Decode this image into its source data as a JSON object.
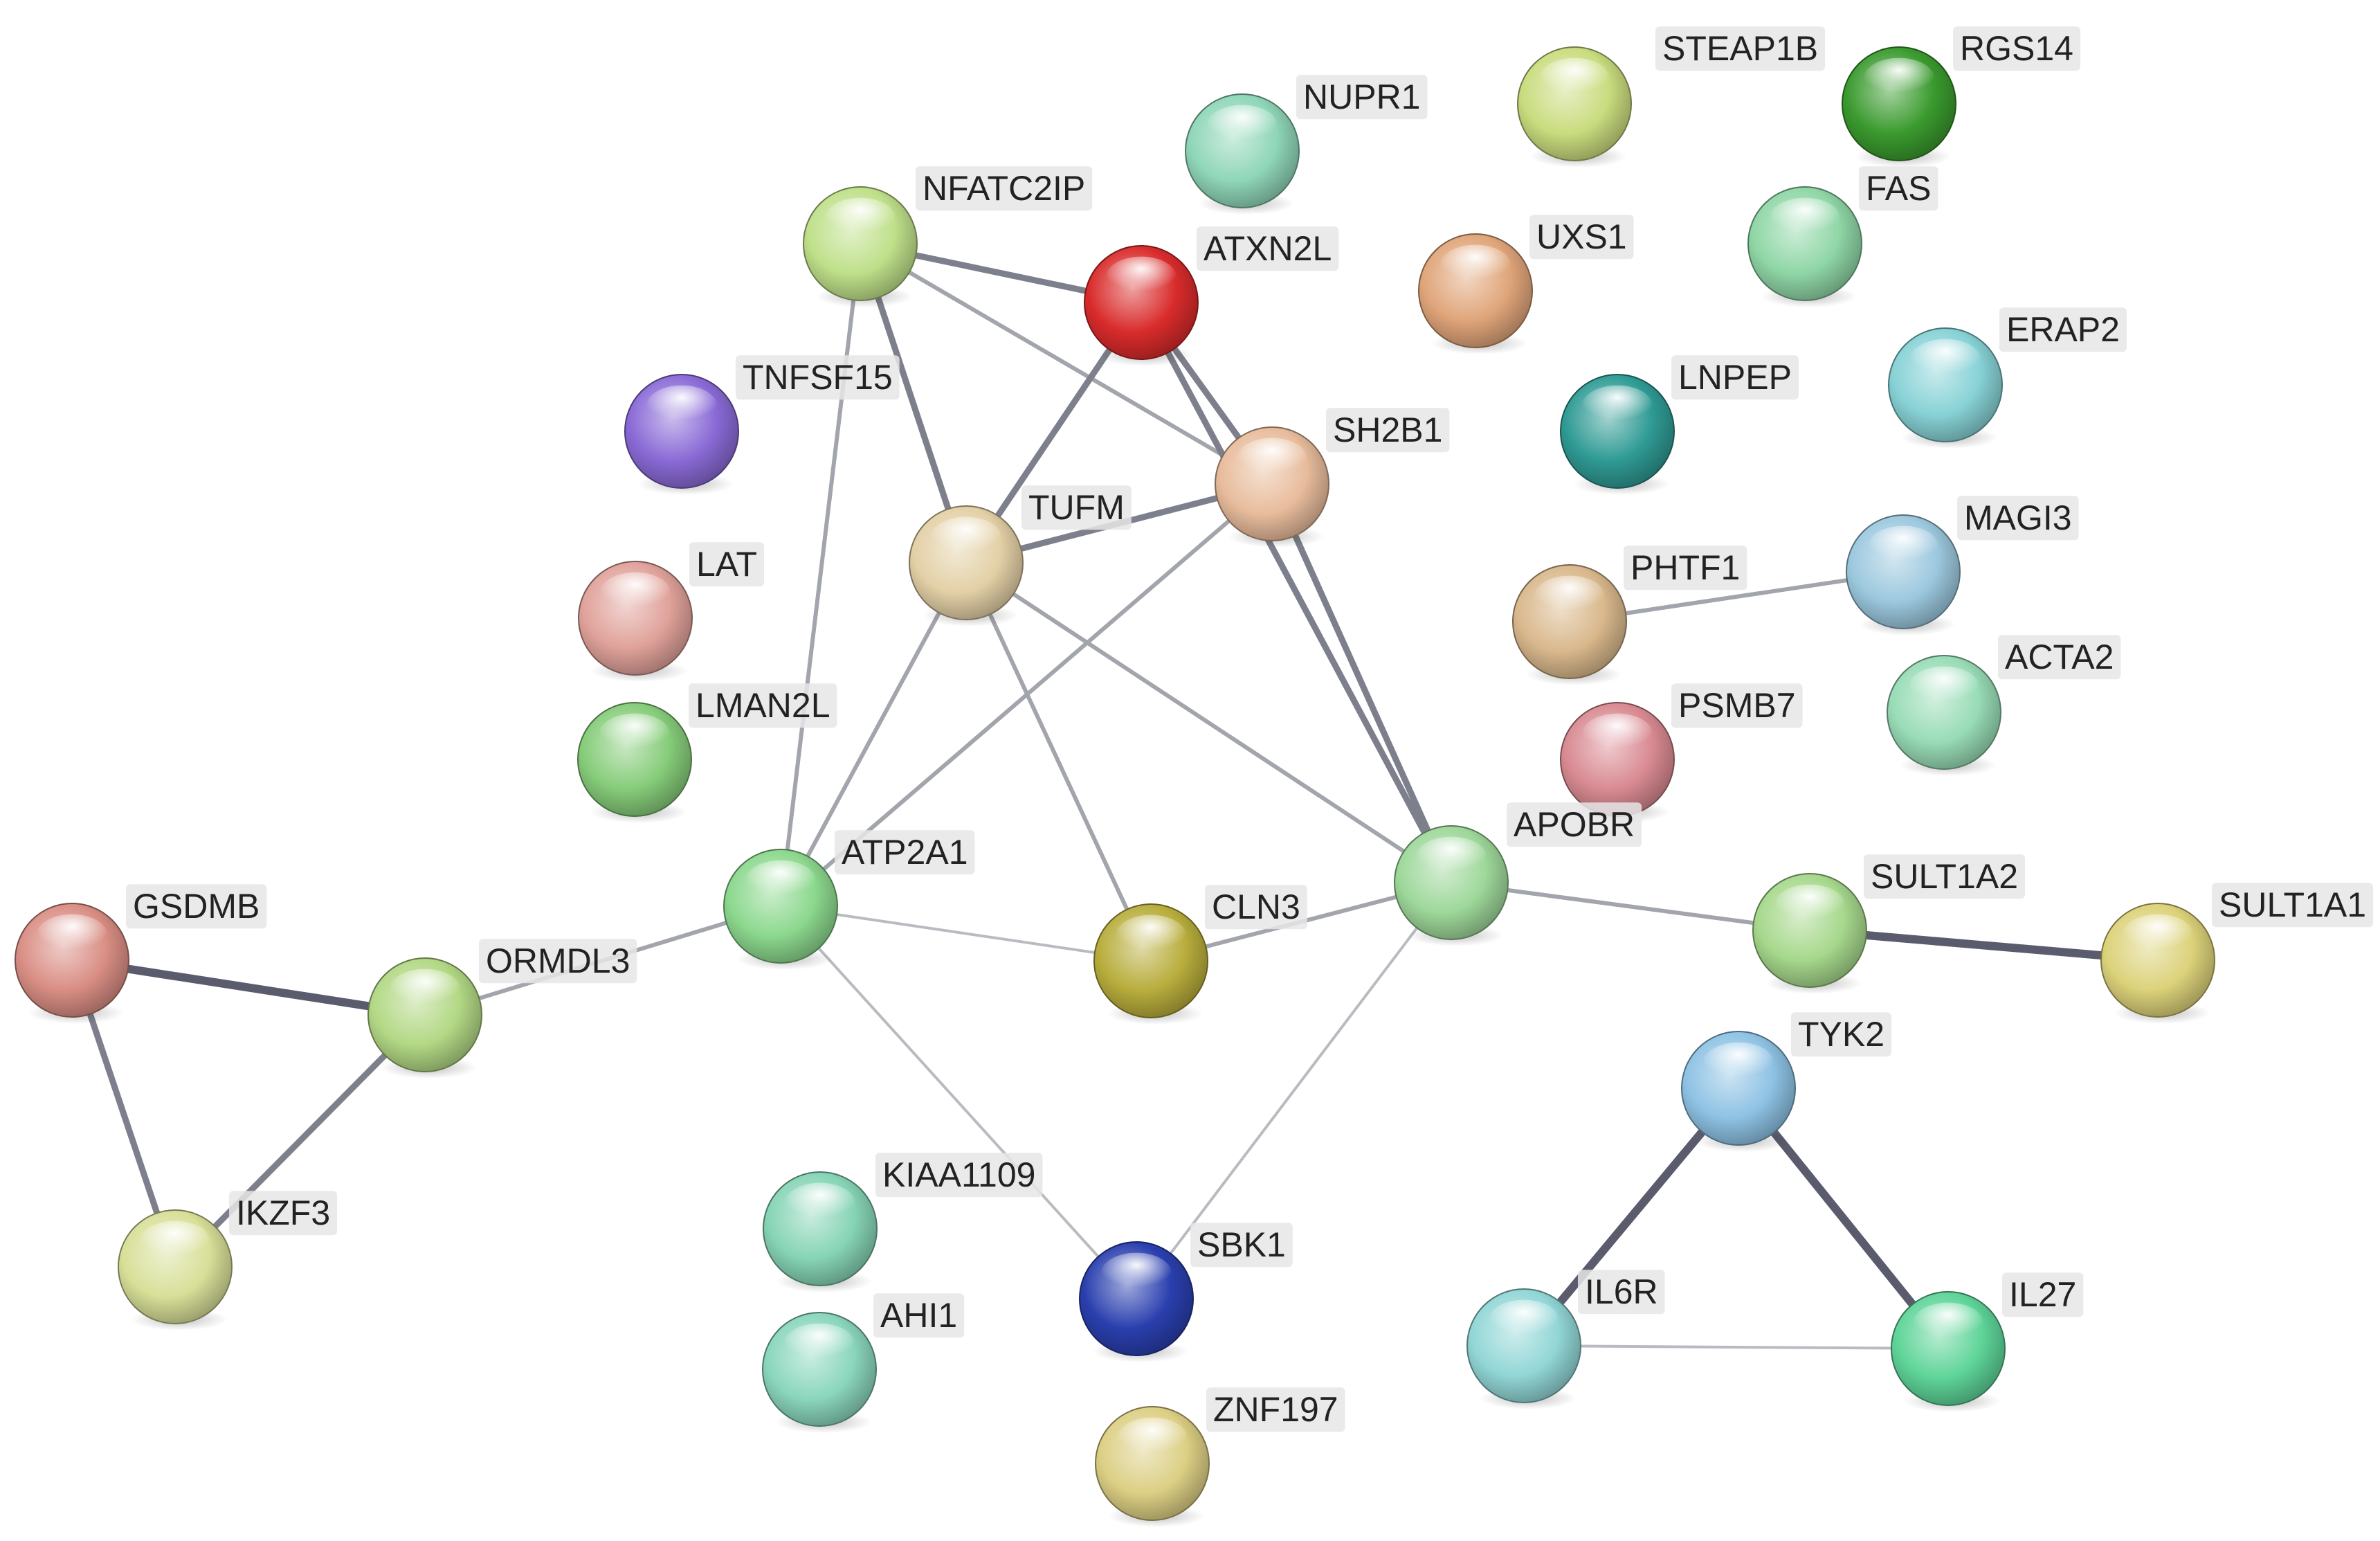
{
  "nodes": [
    {
      "id": "STEAP1B",
      "label": "STEAP1B",
      "color": "#c9dc7e"
    },
    {
      "id": "RGS14",
      "label": "RGS14",
      "color": "#3a9a2e"
    },
    {
      "id": "NUPR1",
      "label": "NUPR1",
      "color": "#8fd6b8"
    },
    {
      "id": "NFATC2IP",
      "label": "NFATC2IP",
      "color": "#bfe08a"
    },
    {
      "id": "ATXN2L",
      "label": "ATXN2L",
      "color": "#d92b2b"
    },
    {
      "id": "UXS1",
      "label": "UXS1",
      "color": "#e0a57a"
    },
    {
      "id": "FAS",
      "label": "FAS",
      "color": "#8fd6a6"
    },
    {
      "id": "ERAP2",
      "label": "ERAP2",
      "color": "#87d2d6"
    },
    {
      "id": "TNFSF15",
      "label": "TNFSF15",
      "color": "#8a6ad6"
    },
    {
      "id": "LNPEP",
      "label": "LNPEP",
      "color": "#2f9a94"
    },
    {
      "id": "SH2B1",
      "label": "SH2B1",
      "color": "#e8bc9c"
    },
    {
      "id": "TUFM",
      "label": "TUFM",
      "color": "#e3d0a6"
    },
    {
      "id": "MAGI3",
      "label": "MAGI3",
      "color": "#9cc8de"
    },
    {
      "id": "LAT",
      "label": "LAT",
      "color": "#e0a29a"
    },
    {
      "id": "PHTF1",
      "label": "PHTF1",
      "color": "#d9b88c"
    },
    {
      "id": "ACTA2",
      "label": "ACTA2",
      "color": "#98dcb6"
    },
    {
      "id": "LMAN2L",
      "label": "LMAN2L",
      "color": "#86cc7a"
    },
    {
      "id": "PSMB7",
      "label": "PSMB7",
      "color": "#d98a92"
    },
    {
      "id": "APOBR",
      "label": "APOBR",
      "color": "#9ed89a"
    },
    {
      "id": "ATP2A1",
      "label": "ATP2A1",
      "color": "#8cd88e"
    },
    {
      "id": "GSDMB",
      "label": "GSDMB",
      "color": "#d98e84"
    },
    {
      "id": "ORMDL3",
      "label": "ORMDL3",
      "color": "#b2d884"
    },
    {
      "id": "CLN3",
      "label": "CLN3",
      "color": "#b8ad3c"
    },
    {
      "id": "SULT1A2",
      "label": "SULT1A2",
      "color": "#a6d88c"
    },
    {
      "id": "SULT1A1",
      "label": "SULT1A1",
      "color": "#dcd27a"
    },
    {
      "id": "TYK2",
      "label": "TYK2",
      "color": "#8ec2e4"
    },
    {
      "id": "IKZF3",
      "label": "IKZF3",
      "color": "#d8df98"
    },
    {
      "id": "KIAA1109",
      "label": "KIAA1109",
      "color": "#86d4b6"
    },
    {
      "id": "SBK1",
      "label": "SBK1",
      "color": "#2a3fae"
    },
    {
      "id": "IL6R",
      "label": "IL6R",
      "color": "#92d6d6"
    },
    {
      "id": "IL27",
      "label": "IL27",
      "color": "#5ed498"
    },
    {
      "id": "AHI1",
      "label": "AHI1",
      "color": "#8ad6bc"
    },
    {
      "id": "ZNF197",
      "label": "ZNF197",
      "color": "#dccf84"
    }
  ],
  "edges": [
    {
      "source": "NFATC2IP",
      "target": "ATXN2L",
      "strength": "medium"
    },
    {
      "source": "NFATC2IP",
      "target": "SH2B1",
      "strength": "weak"
    },
    {
      "source": "NFATC2IP",
      "target": "TUFM",
      "strength": "medium"
    },
    {
      "source": "NFATC2IP",
      "target": "ATP2A1",
      "strength": "weak"
    },
    {
      "source": "ATXN2L",
      "target": "SH2B1",
      "strength": "medium"
    },
    {
      "source": "ATXN2L",
      "target": "TUFM",
      "strength": "medium"
    },
    {
      "source": "ATXN2L",
      "target": "APOBR",
      "strength": "medium"
    },
    {
      "source": "TUFM",
      "target": "SH2B1",
      "strength": "medium"
    },
    {
      "source": "TUFM",
      "target": "ATP2A1",
      "strength": "weak"
    },
    {
      "source": "TUFM",
      "target": "CLN3",
      "strength": "weak"
    },
    {
      "source": "TUFM",
      "target": "APOBR",
      "strength": "weak"
    },
    {
      "source": "SH2B1",
      "target": "APOBR",
      "strength": "medium"
    },
    {
      "source": "SH2B1",
      "target": "ATP2A1",
      "strength": "weak"
    },
    {
      "source": "PHTF1",
      "target": "MAGI3",
      "strength": "weak"
    },
    {
      "source": "APOBR",
      "target": "CLN3",
      "strength": "weak"
    },
    {
      "source": "APOBR",
      "target": "SULT1A2",
      "strength": "weak"
    },
    {
      "source": "APOBR",
      "target": "SBK1",
      "strength": "faint"
    },
    {
      "source": "ATP2A1",
      "target": "ORMDL3",
      "strength": "weak"
    },
    {
      "source": "ATP2A1",
      "target": "CLN3",
      "strength": "faint"
    },
    {
      "source": "ATP2A1",
      "target": "SBK1",
      "strength": "faint"
    },
    {
      "source": "GSDMB",
      "target": "ORMDL3",
      "strength": "strong"
    },
    {
      "source": "GSDMB",
      "target": "IKZF3",
      "strength": "medium"
    },
    {
      "source": "ORMDL3",
      "target": "IKZF3",
      "strength": "medium"
    },
    {
      "source": "SULT1A2",
      "target": "SULT1A1",
      "strength": "strong"
    },
    {
      "source": "TYK2",
      "target": "IL6R",
      "strength": "strong"
    },
    {
      "source": "TYK2",
      "target": "IL27",
      "strength": "strong"
    },
    {
      "source": "IL6R",
      "target": "IL27",
      "strength": "faint"
    }
  ],
  "edge_styles": {
    "strong": {
      "color": "#5a5c6e"
    },
    "medium": {
      "color": "#7d7f8c"
    },
    "weak": {
      "color": "#a3a5ad"
    },
    "faint": {
      "color": "#b9bbc1"
    }
  }
}
